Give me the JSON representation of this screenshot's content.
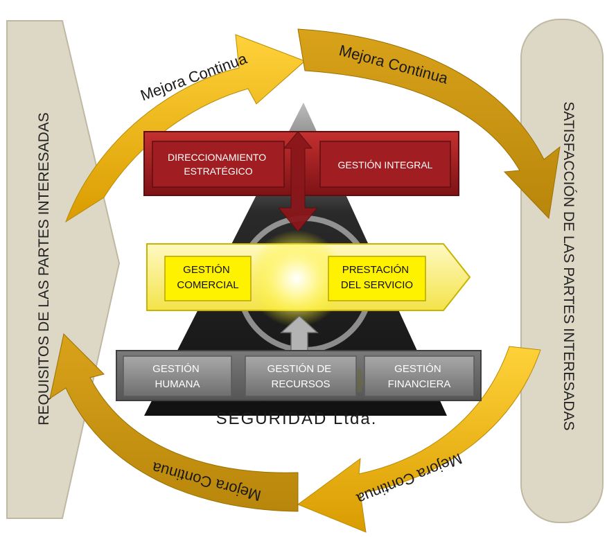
{
  "left_panel": {
    "label": "REQUISITOS DE LAS PARTES INTERESADAS"
  },
  "right_panel": {
    "label": "SATISFACCIÓN DE LAS PARTES INTERESADAS"
  },
  "cycle_arrows": [
    {
      "label": "Mejora Continua"
    },
    {
      "label": "Mejora Continua"
    },
    {
      "label": "Mejora Continua"
    },
    {
      "label": "Mejora Continua"
    }
  ],
  "strategic_level": {
    "boxes": [
      {
        "line1": "DIRECCIONAMIENTO",
        "line2": "ESTRATÉGICO"
      },
      {
        "line1": "GESTIÓN INTEGRAL"
      }
    ]
  },
  "mission_level": {
    "boxes": [
      {
        "line1": "GESTIÓN",
        "line2": "COMERCIAL"
      },
      {
        "line1": "PRESTACIÓN",
        "line2": "DEL SERVICIO"
      }
    ]
  },
  "support_level": {
    "boxes": [
      {
        "line1": "GESTIÓN",
        "line2": "HUMANA"
      },
      {
        "line1": "GESTIÓN DE",
        "line2": "RECURSOS"
      },
      {
        "line1": "GESTIÓN",
        "line2": "FINANCIERA"
      }
    ]
  },
  "logo": {
    "text": "SEGURIDAD Ltda."
  },
  "colors": {
    "arrow_gold": "#f2b600",
    "arrow_dark_gold": "#c99400",
    "panel_beige": "#ddd8c6",
    "strategic_red": "#a81f24",
    "mission_yellow": "#fff200",
    "support_gray": "#8c8c8c",
    "triangle_black": "#1a1a1a"
  }
}
